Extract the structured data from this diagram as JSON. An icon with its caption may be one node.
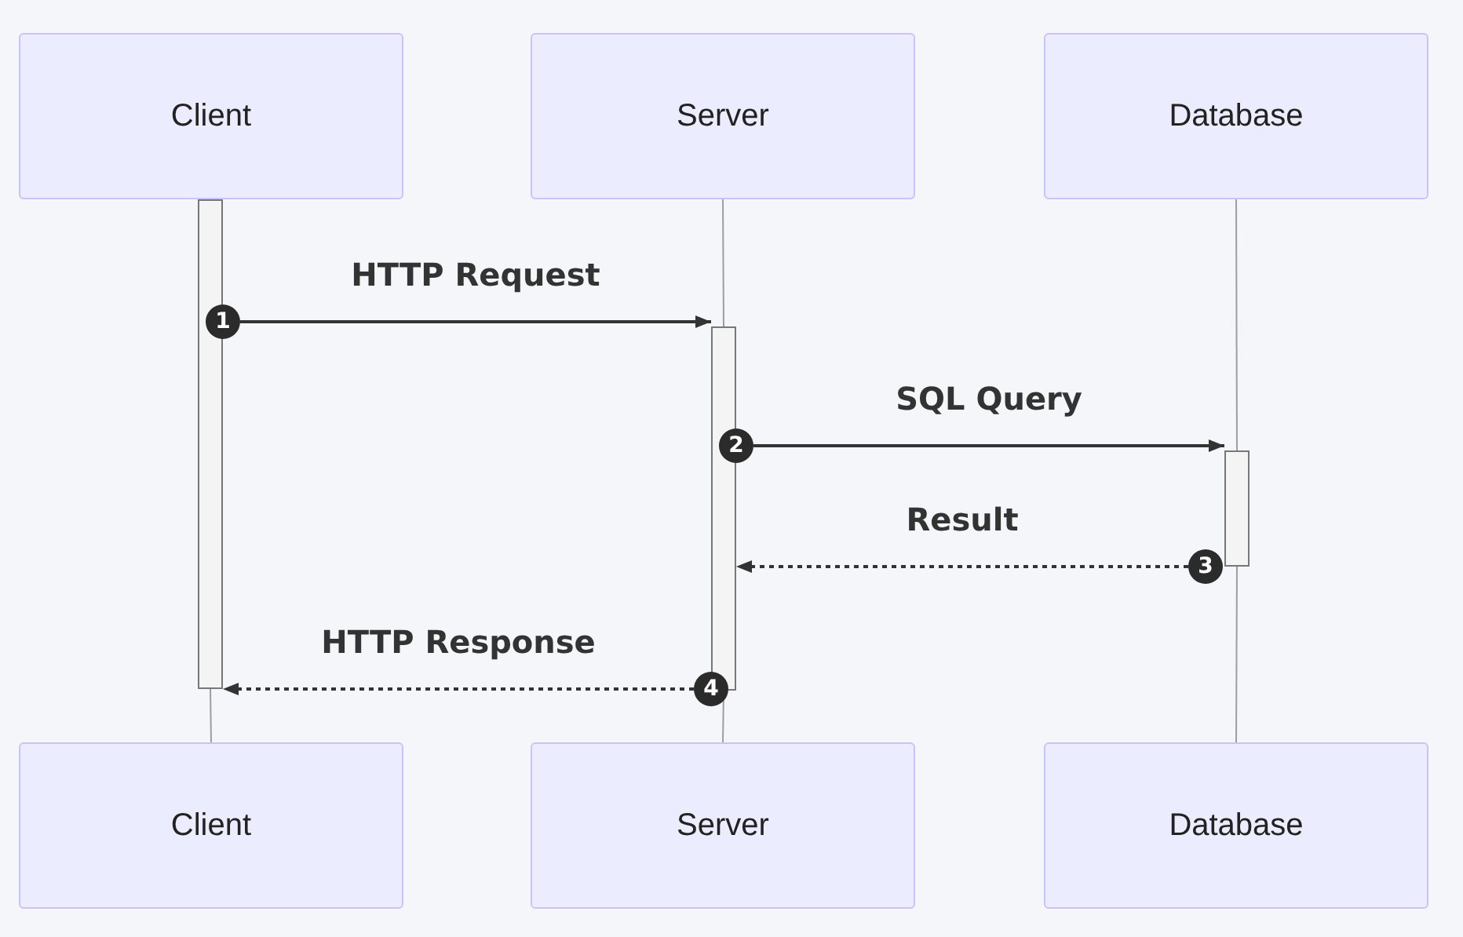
{
  "diagram": {
    "nodes": [
      {
        "text": [
          "Client"
        ]
      },
      {
        "text": [
          "Server"
        ]
      },
      {
        "text": [
          "Database"
        ]
      },
      {
        "text": [
          "Client"
        ]
      },
      {
        "text": [
          "Server"
        ]
      },
      {
        "text": [
          "Database"
        ]
      },
      {
        "text": [],
        "shape": "bar"
      },
      {
        "text": [],
        "shape": "bar"
      },
      {
        "text": [],
        "shape": "bar"
      },
      {
        "text": [
          "1"
        ]
      },
      {
        "text": [
          "2"
        ]
      },
      {
        "text": [
          "3"
        ]
      },
      {
        "text": [
          "4"
        ]
      }
    ],
    "edges": [
      {
        "from": 6,
        "to": 3,
        "arrow": "none"
      },
      {
        "from": 1,
        "to": 7,
        "arrow": "none"
      },
      {
        "from": 7,
        "to": 4,
        "arrow": "none"
      },
      {
        "from": 2,
        "to": 8,
        "arrow": "none"
      },
      {
        "from": 8,
        "to": 5,
        "arrow": "none"
      },
      {
        "from": 9,
        "to": 7,
        "arrow": "to",
        "label": "HTTP Request",
        "color": "#333333"
      },
      {
        "from": 10,
        "to": 8,
        "arrow": "to",
        "label": "SQL Query",
        "color": "#333333"
      },
      {
        "from": 11,
        "to": 7,
        "arrow": "to",
        "label": "Result",
        "style": "dashed",
        "color": "#333333"
      },
      {
        "from": 12,
        "to": 6,
        "arrow": "to",
        "label": "HTTP Response",
        "style": "dashed",
        "color": "#333333"
      }
    ]
  }
}
